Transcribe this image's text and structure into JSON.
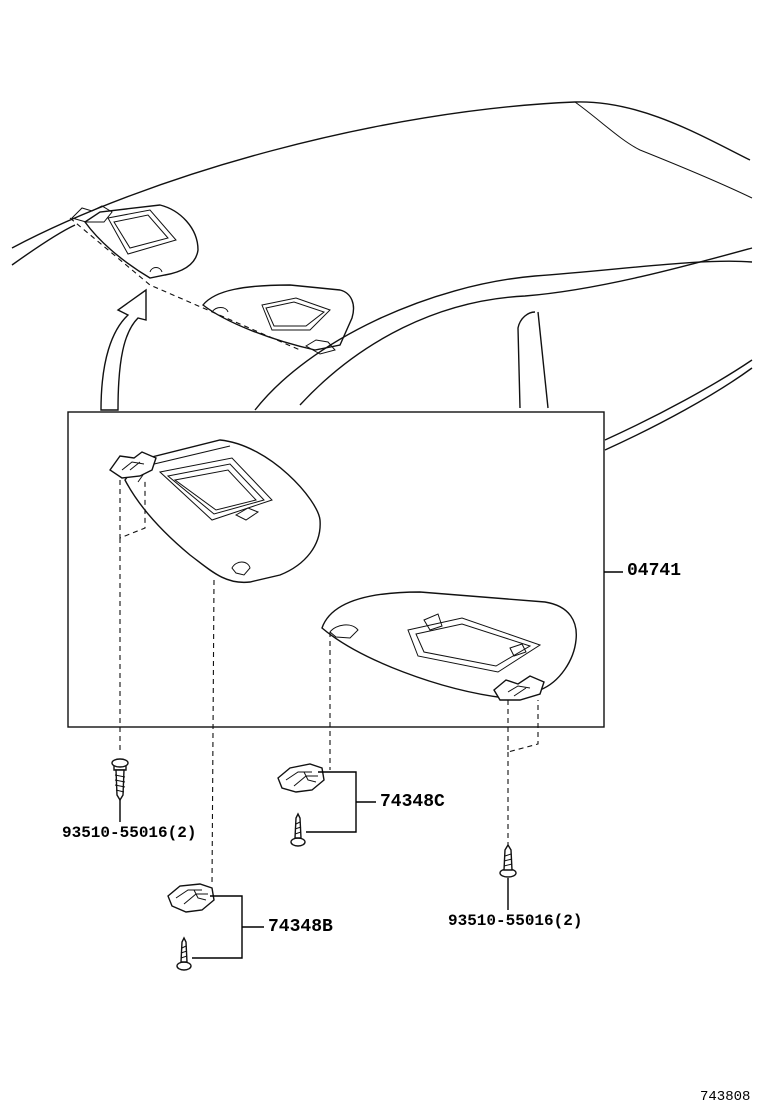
{
  "callouts": {
    "assembly": "04741",
    "holder_c": "74348C",
    "holder_b": "74348B",
    "screw_left": "93510-55016(2)",
    "screw_right": "93510-55016(2)"
  },
  "figure_code": "743808"
}
